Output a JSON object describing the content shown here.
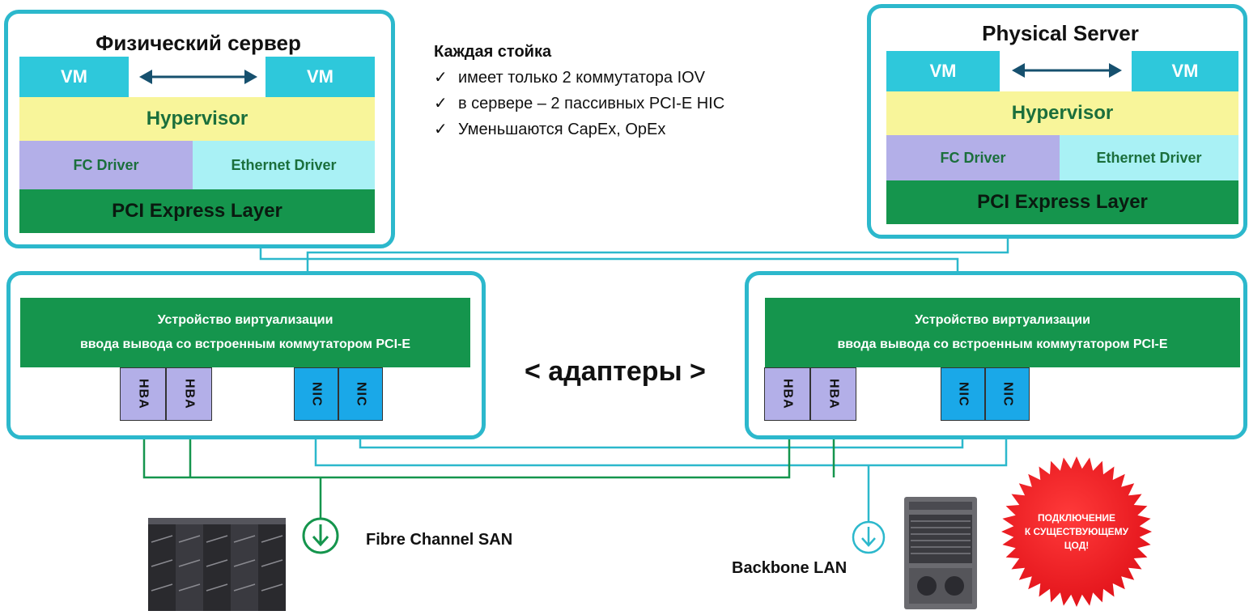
{
  "servers": {
    "left": {
      "title": "Физический сервер",
      "vm1": "VM",
      "vm2": "VM",
      "hypervisor": "Hypervisor",
      "fc_driver": "FC Driver",
      "eth_driver": "Ethernet Driver",
      "pci_layer": "PCI Express Layer"
    },
    "right": {
      "title": "Physical Server",
      "vm1": "VM",
      "vm2": "VM",
      "hypervisor": "Hypervisor",
      "fc_driver": "FC Driver",
      "eth_driver": "Ethernet Driver",
      "pci_layer": "PCI Express Layer"
    }
  },
  "rack_note": {
    "heading": "Каждая стойка",
    "items": [
      "имеет только 2 коммутатора IOV",
      "в сервере – 2 пассивных PCI-E HIC",
      "Уменьшаются CapEx, OpEx"
    ],
    "check_glyph": "✓"
  },
  "io_devices": {
    "left": {
      "line1": "Устройство виртуализации",
      "line2": "ввода вывода со встроенным коммутатором PCI-E",
      "ports": [
        "HBA",
        "HBA",
        "NIC",
        "NIC"
      ]
    },
    "right": {
      "line1": "Устройство виртуализации",
      "line2": "ввода вывода со встроенным коммутатором PCI-E",
      "ports": [
        "HBA",
        "HBA",
        "NIC",
        "NIC"
      ]
    }
  },
  "adapters_label": "< адаптеры >",
  "san_label": "Fibre Channel SAN",
  "lan_label": "Backbone LAN",
  "badge": {
    "line1": "ПОДКЛЮЧЕНИЕ",
    "line2": "К СУЩЕСТВУЮЩЕМУ",
    "line3": "ЦОД!"
  },
  "colors": {
    "accent": "#2cb8cc",
    "green": "#15954d",
    "badge_red": "#e3141b"
  }
}
